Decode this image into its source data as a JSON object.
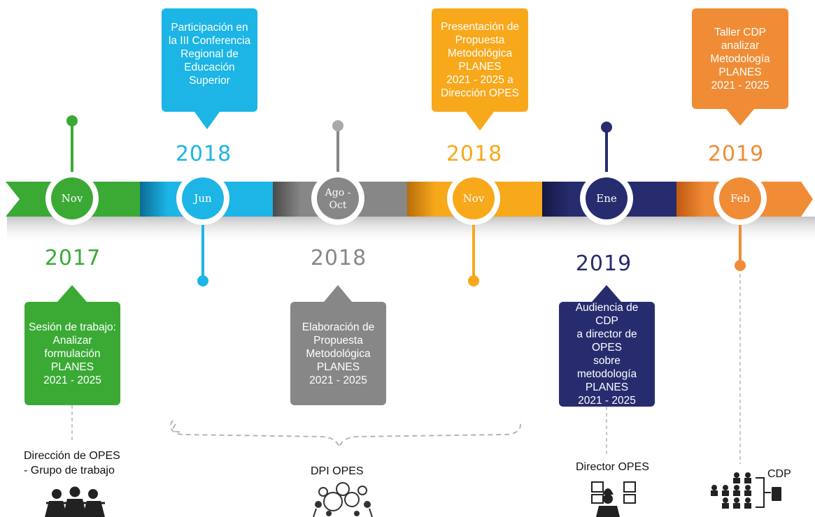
{
  "events": [
    {
      "month": "Nov",
      "year": "2017",
      "color": "#3aaa35",
      "box": "Sesión de trabajo:\nAnalizar\nformulación\nPLANES\n2021 - 2025",
      "role": "Dirección de OPES\n- Grupo de trabajo",
      "icon": "people-group-icon"
    },
    {
      "month": "Jun",
      "year": "2018",
      "color": "#1cb5e6",
      "box": "Participación en\nla III Conferencia\nRegional de\nEducación\nSuperior"
    },
    {
      "month": "Ago -\nOct",
      "year": "2018",
      "color": "#868786",
      "box": "Elaboración de\nPropuesta\nMetodológica\nPLANES\n2021 - 2025"
    },
    {
      "month": "Nov",
      "year": "2018",
      "color": "#f7a81b",
      "box": "Presentación de\nPropuesta\nMetodológica\nPLANES\n2021 - 2025 a\nDirección OPES"
    },
    {
      "month": "Ene",
      "year": "2019",
      "color": "#262c6e",
      "box": "Audiencia de CDP\na director de OPES\nsobre\nmetodología\nPLANES\n2021 - 2025",
      "role": "Director OPES",
      "icon": "engineer-icon"
    },
    {
      "month": "Feb",
      "year": "2019",
      "color": "#f08c36",
      "box": "Taller  CDP\nanalizar\nMetodología\nPLANES\n2021 - 2025",
      "icon": "organization-chart-icon",
      "role_label": "CDP"
    }
  ],
  "shared_role": "DPI OPES",
  "shared_icon": "gears-team-icon"
}
